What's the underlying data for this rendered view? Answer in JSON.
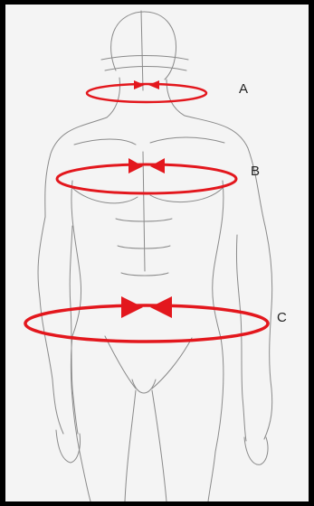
{
  "labels": {
    "a": "A",
    "b": "B",
    "c": "C"
  },
  "colors": {
    "measure": "#e3171d",
    "sketch": "#8a8a8a",
    "background": "#f4f4f4",
    "frame": "#000000"
  }
}
